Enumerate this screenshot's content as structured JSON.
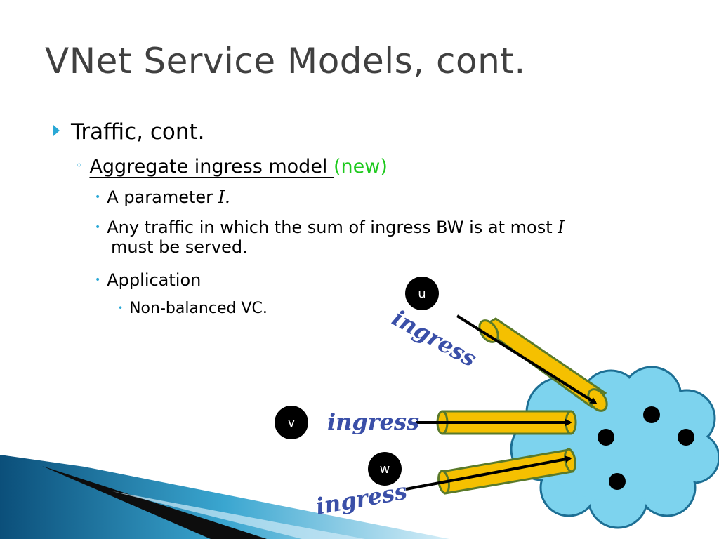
{
  "slide": {
    "title": "VNet Service Models, cont."
  },
  "bullets": {
    "level1": "Traffic, cont.",
    "level2_underlined": "Aggregate ingress model ",
    "level2_suffix": "(new)",
    "item1_text": "A parameter ",
    "item1_var": "I.",
    "item2_text": "Any traffic in which the sum of ingress BW is at most ",
    "item2_var": "I",
    "item2_cont": "must be served.",
    "item3_text": "Application",
    "item3_sub": "Non-balanced VC."
  },
  "diagram": {
    "nodes": {
      "u": "u",
      "v": "v",
      "w": "w"
    },
    "ingress_labels": [
      "ingress",
      "ingress",
      "ingress"
    ],
    "colors": {
      "cloud": "#7dd3ee",
      "pipe": "#f5c000",
      "bullet_accent": "#29a8d6",
      "new_text": "#1ec91e"
    }
  }
}
